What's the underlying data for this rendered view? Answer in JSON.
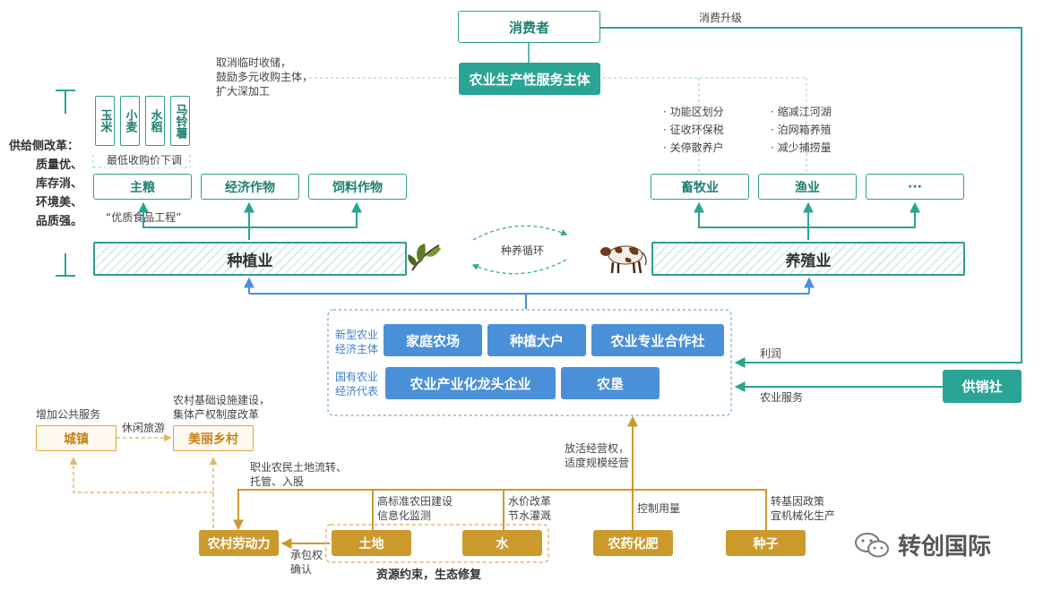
{
  "colors": {
    "teal": "#2aa495",
    "blue": "#4a90d9",
    "gold": "#cc9a2c",
    "gold_light": "#d9a33a"
  },
  "top": {
    "consumer": "消费者",
    "service_subject": "农业生产性服务主体",
    "consumption_upgrade": "消费升级"
  },
  "purchase_note": [
    "取消临时收储，",
    "鼓励多元收购主体，",
    "扩大深加工"
  ],
  "supply_side": {
    "title": "供给侧改革：",
    "points": [
      "质量优、",
      "库存消、",
      "环境美、",
      "品质强。"
    ]
  },
  "grains": [
    "玉米",
    "小麦",
    "水稻",
    "马铃薯"
  ],
  "min_price": "最低收购价下调",
  "crops": {
    "staple": "主粮",
    "economic": "经济作物",
    "feed": "饲料作物",
    "quality_project": "“优质食品工程”"
  },
  "animal_notes": [
    "功能区划分",
    "征收环保税",
    "关停散养户"
  ],
  "fishery_notes": [
    "缩减江河湖",
    "泊网箱养殖",
    "减少捕捞量"
  ],
  "livestock": {
    "animal": "畜牧业",
    "fishery": "渔业",
    "more": "···"
  },
  "planting": "种植业",
  "breeding": "养殖业",
  "cycle": "种养循环",
  "new_entities": {
    "label": [
      "新型农业",
      "经济主体"
    ],
    "items": [
      "家庭农场",
      "种植大户",
      "农业专业合作社"
    ]
  },
  "state_entities": {
    "label": [
      "国有农业",
      "经济代表"
    ],
    "items": [
      "农业产业化龙头企业",
      "农垦"
    ]
  },
  "profit": "利润",
  "agri_service": "农业服务",
  "coop": "供销社",
  "rural": {
    "public_service": "增加公共服务",
    "town": "城镇",
    "leisure": "休闲旅游",
    "village": "美丽乡村",
    "village_note": [
      "农村基础设施建设，",
      "集体产权制度改革"
    ]
  },
  "land_transfer": [
    "职业农民土地流转、",
    "托管、入股"
  ],
  "operation_rights": [
    "放活经营权，",
    "适度规模经营"
  ],
  "farmland_note": [
    "高标准农田建设",
    "信息化监测"
  ],
  "water_note": [
    "水价改革",
    "节水灌溉"
  ],
  "control_note": "控制用量",
  "gmo_note": [
    "转基因政策",
    "宜机械化生产"
  ],
  "bottom": {
    "labor": "农村劳动力",
    "land": "土地",
    "water": "水",
    "pesticide": "农药化肥",
    "seed": "种子",
    "contract": [
      "承包权",
      "确认"
    ],
    "resource": "资源约束，生态修复"
  },
  "watermark": "转创国际"
}
